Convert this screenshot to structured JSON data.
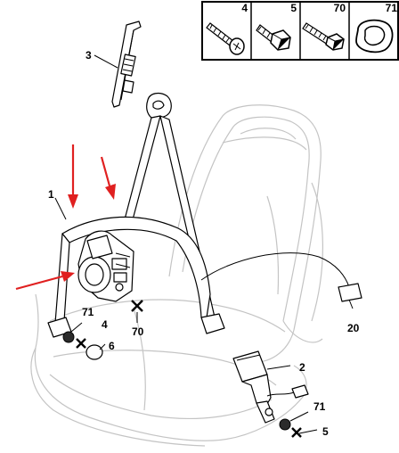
{
  "parts_table": {
    "headers": [
      "4",
      "5",
      "70",
      "71"
    ],
    "icons": [
      "screw-icon",
      "bolt-icon",
      "long-bolt-icon",
      "washer-icon"
    ]
  },
  "callouts": {
    "c1": "1",
    "c2": "2",
    "c3": "3",
    "c4": "4",
    "c5": "5",
    "c6": "6",
    "c20": "20",
    "c70": "70",
    "c71a": "71",
    "c71b": "71"
  },
  "colors": {
    "arrow": "#e02020",
    "seat_outline": "#c4c4c4",
    "line": "#000000"
  }
}
